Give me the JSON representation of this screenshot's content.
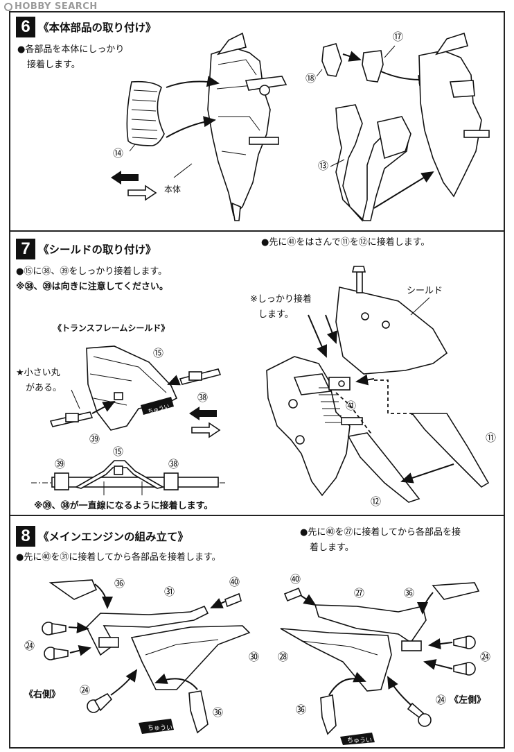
{
  "watermark": "HOBBY SEARCH",
  "step6": {
    "number": "6",
    "title": "《本体部品の取り付け》",
    "instruction_line1": "●各部品を本体にしっかり",
    "instruction_line2": "接着します。",
    "body_label": "本体",
    "parts": [
      "⑭",
      "⑬",
      "⑰",
      "⑱"
    ],
    "colors": {
      "black": "#111111",
      "white": "#ffffff"
    }
  },
  "step7": {
    "number": "7",
    "title": "《シールドの取り付け》",
    "instruction_right": "●先に㊶をはさんで⑪を⑫に接着します。",
    "instruction_line1": "●⑮に㊳、㊴をしっかり接着します。",
    "instruction_line2": "※㊳、㊴は向きに注意してください。",
    "sub_title": "《トランスフレームシールド》",
    "note_small_circle_1": "★小さい丸",
    "note_small_circle_2": "がある。",
    "glue_note_1": "※しっかり接着",
    "glue_note_2": "します。",
    "shield_label": "シールド",
    "caution_tag": "ちゅうい",
    "align_note": "※㊴、㊳が一直線になるように接着します。",
    "parts": [
      "⑮",
      "㊳",
      "㊴",
      "㊶",
      "⑪",
      "⑫"
    ]
  },
  "step8": {
    "number": "8",
    "title": "《メインエンジンの組み立て》",
    "instruction_left": "●先に㊵を㉛に接着してから各部品を接着します。",
    "instruction_right_1": "●先に㊵を㉗に接着してから各部品を接",
    "instruction_right_2": "着します。",
    "right_side_label": "《右側》",
    "left_side_label": "《左側》",
    "caution_tag": "ちゅうい",
    "parts_left": [
      "㊱",
      "㉛",
      "㊵",
      "㉔",
      "㉚",
      "㉔",
      "㊱"
    ],
    "parts_right": [
      "㊵",
      "㉗",
      "㊱",
      "㉘",
      "㉔",
      "㉔",
      "㊱"
    ]
  }
}
